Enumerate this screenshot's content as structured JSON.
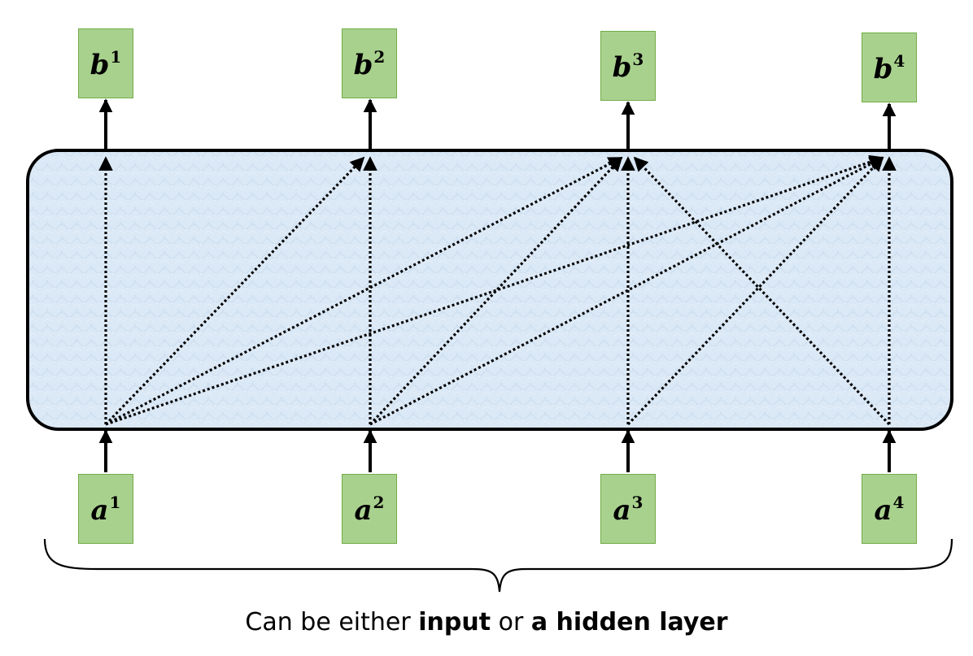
{
  "outputs": [
    {
      "letter": "b",
      "index": "1"
    },
    {
      "letter": "b",
      "index": "2"
    },
    {
      "letter": "b",
      "index": "3"
    },
    {
      "letter": "b",
      "index": "4"
    }
  ],
  "inputs": [
    {
      "letter": "a",
      "index": "1"
    },
    {
      "letter": "a",
      "index": "2"
    },
    {
      "letter": "a",
      "index": "3"
    },
    {
      "letter": "a",
      "index": "4"
    }
  ],
  "connections": [
    {
      "from": 1,
      "to": 1
    },
    {
      "from": 1,
      "to": 2
    },
    {
      "from": 1,
      "to": 3
    },
    {
      "from": 1,
      "to": 4
    },
    {
      "from": 2,
      "to": 2
    },
    {
      "from": 2,
      "to": 3
    },
    {
      "from": 2,
      "to": 4
    },
    {
      "from": 3,
      "to": 3
    },
    {
      "from": 3,
      "to": 4
    },
    {
      "from": 4,
      "to": 3
    },
    {
      "from": 4,
      "to": 4
    }
  ],
  "caption": {
    "part1": "Can be either ",
    "bold1": "input",
    "part2": " or ",
    "bold2": "a hidden layer"
  },
  "colors": {
    "node_fill": "#a9d18e",
    "node_border": "#70ad47",
    "layer_fill": "#dbe8f5",
    "line": "#000000"
  }
}
